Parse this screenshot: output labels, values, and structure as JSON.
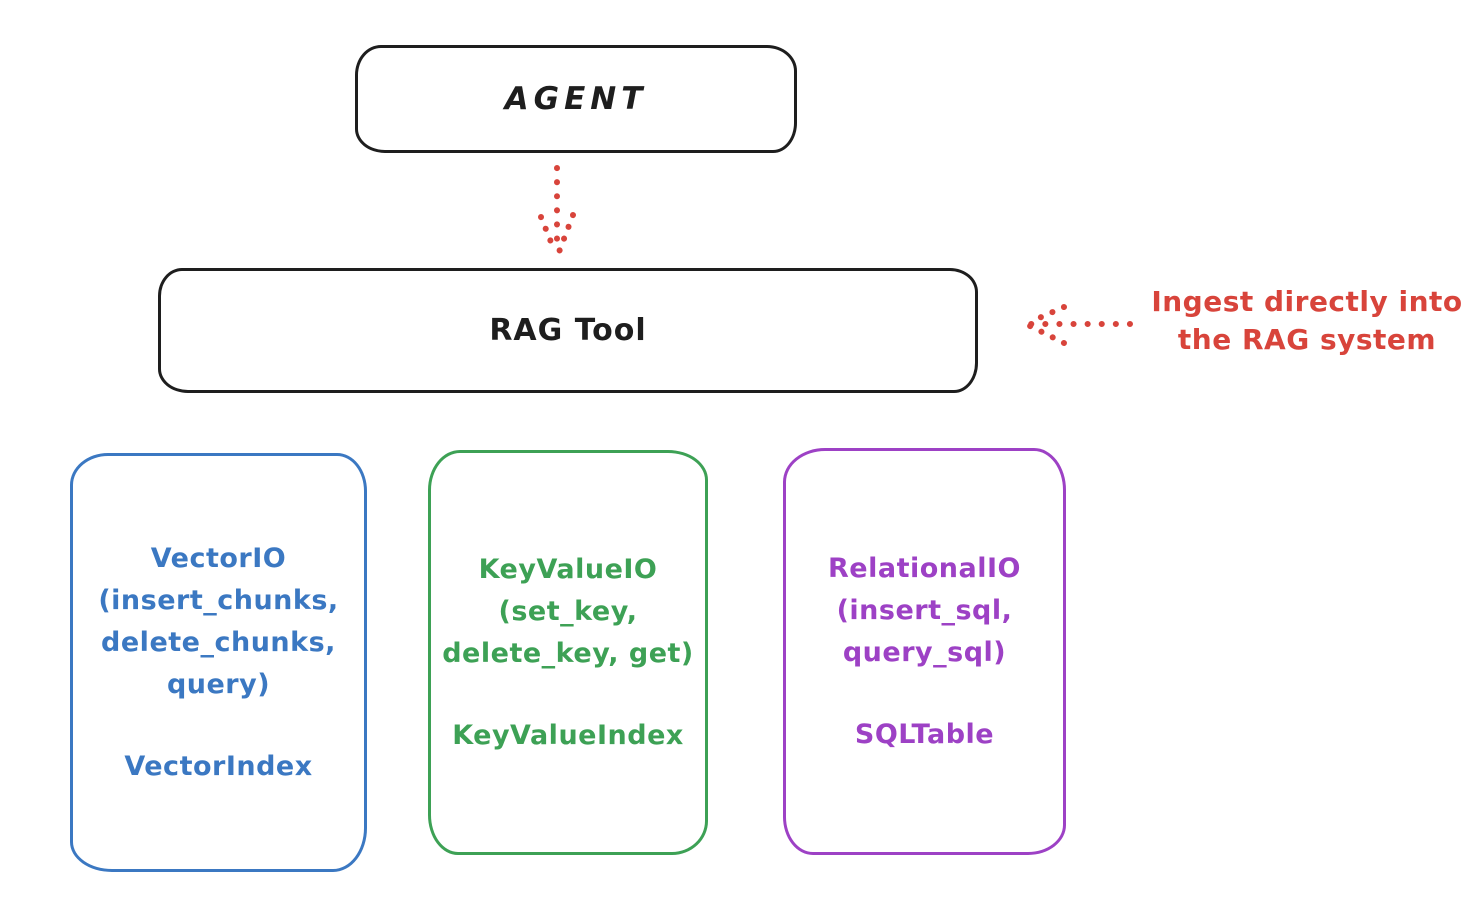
{
  "colors": {
    "ink": "#1e1e1e",
    "red": "#d8443b",
    "blue": "#3b78c2",
    "green": "#3da155",
    "purple": "#9d41c5"
  },
  "diagram": {
    "agent": {
      "label": "AGENT"
    },
    "rag_tool": {
      "label": "RAG Tool"
    },
    "annotation": {
      "text": "Ingest directly into\nthe RAG system"
    },
    "arrows": [
      {
        "name": "agent-to-rag-tool",
        "style": "dotted",
        "direction": "down"
      },
      {
        "name": "annotation-to-rag-tool",
        "style": "dotted",
        "direction": "left"
      }
    ],
    "backends": [
      {
        "title": "VectorIO\n(insert_chunks,\ndelete_chunks,\nquery)",
        "index": "VectorIndex",
        "color": "blue"
      },
      {
        "title": "KeyValueIO\n(set_key,\ndelete_key, get)",
        "index": "KeyValueIndex",
        "color": "green"
      },
      {
        "title": "RelationalIO\n(insert_sql,\nquery_sql)",
        "index": "SQLTable",
        "color": "purple"
      }
    ]
  }
}
